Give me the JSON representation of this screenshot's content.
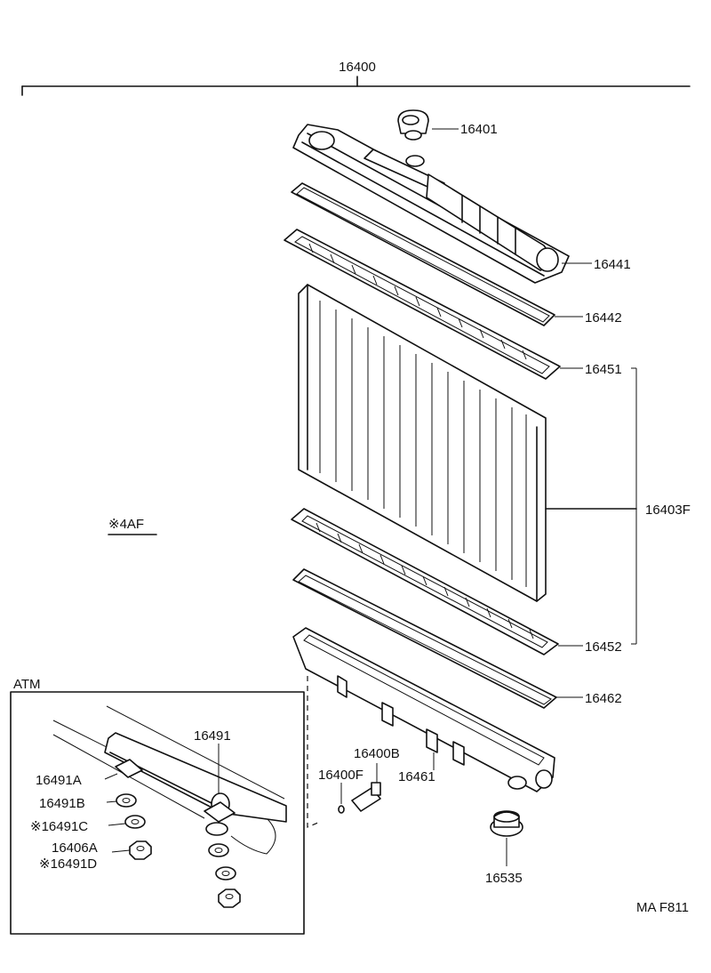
{
  "diagram": {
    "assembly_label": "16400",
    "parts": {
      "cap": "16401",
      "upper_tank": "16441",
      "upper_gasket": "16442",
      "upper_plate": "16451",
      "core": "16403F",
      "lower_plate": "16452",
      "lower_gasket": "16462",
      "lower_tank": "16461",
      "drain_cock": "16400B",
      "o_ring": "16400F",
      "drain_plug": "16535"
    },
    "note": "※4AF",
    "atm": {
      "title": "ATM",
      "pipe": "16491",
      "a": "16491A",
      "b": "16491B",
      "c": "※16491C",
      "d1": "16406A",
      "d2": "※16491D"
    },
    "figure_code": "MA F811"
  }
}
